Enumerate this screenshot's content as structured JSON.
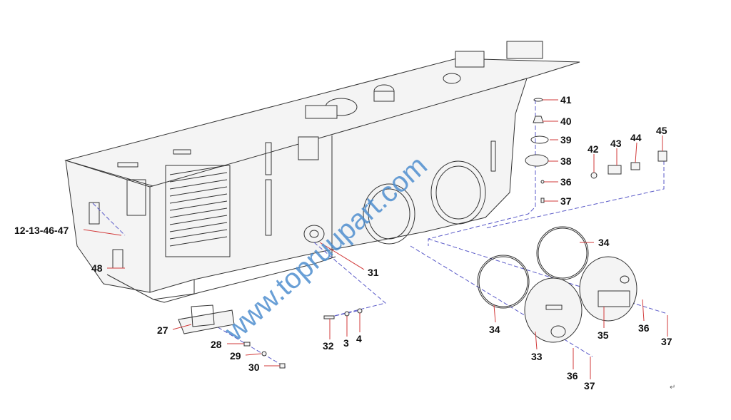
{
  "diagram": {
    "labels": {
      "l41": "41",
      "l40": "40",
      "l39": "39",
      "l38": "38",
      "l36a": "36",
      "l37a": "37",
      "l42": "42",
      "l43": "43",
      "l44": "44",
      "l45": "45",
      "l12": "12-13-46-47",
      "l48": "48",
      "l31": "31",
      "l34a": "34",
      "l34b": "34",
      "l33": "33",
      "l35": "35",
      "l36b": "36",
      "l37b": "37",
      "l36c": "36",
      "l37c": "37",
      "l27": "27",
      "l28": "28",
      "l29": "29",
      "l30": "30",
      "l32": "32",
      "l3": "3",
      "l4": "4"
    },
    "watermark": "www.topruupart.com",
    "corner_mark": "↵"
  },
  "colors": {
    "leader": "#d23a3a",
    "dashed": "#5a5ac8",
    "watermark": "#4f8fcf",
    "line": "#333333"
  }
}
